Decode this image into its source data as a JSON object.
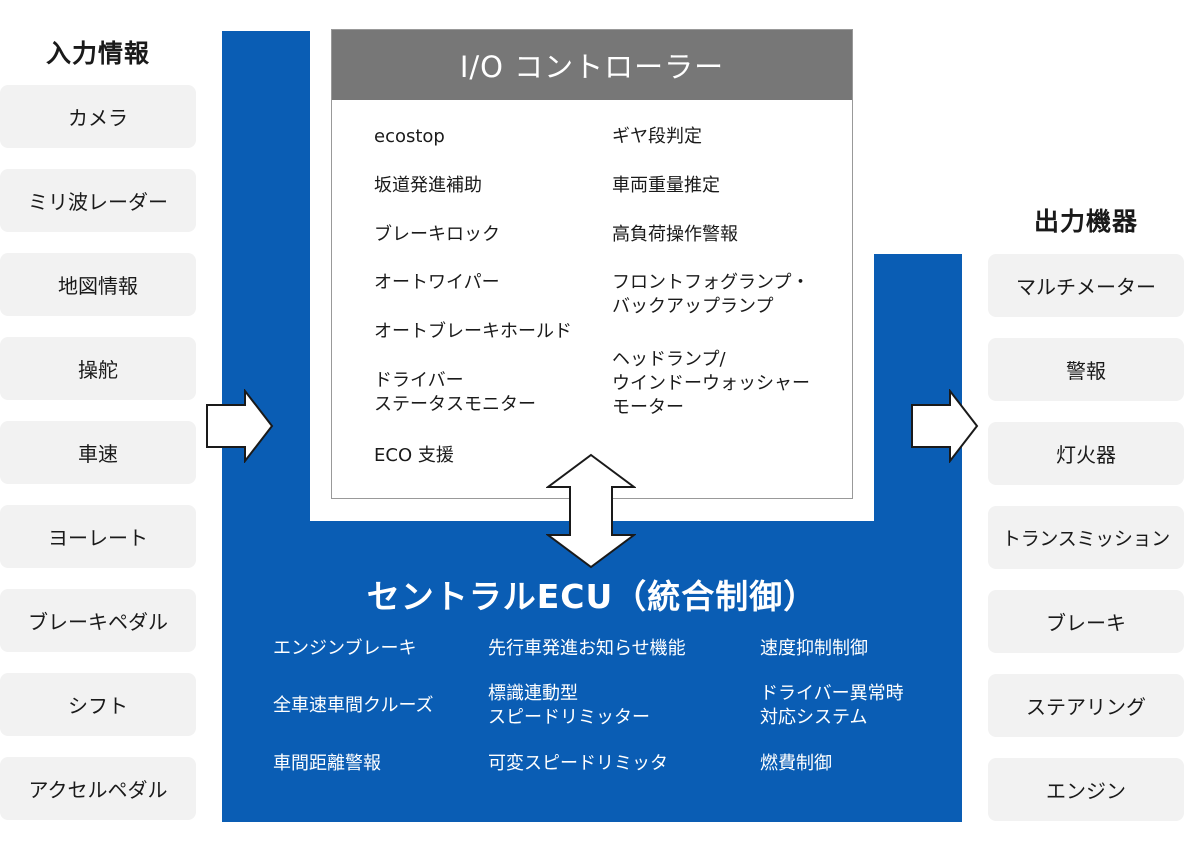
{
  "input": {
    "title": "入力情報",
    "items": [
      "カメラ",
      "ミリ波レーダー",
      "地図情報",
      "操舵",
      "車速",
      "ヨーレート",
      "ブレーキペダル",
      "シフト",
      "アクセルペダル"
    ]
  },
  "output": {
    "title": "出力機器",
    "items": [
      "マルチメーター",
      "警報",
      "灯火器",
      "トランスミッション",
      "ブレーキ",
      "ステアリング",
      "エンジン"
    ]
  },
  "io_controller": {
    "title": "I/O コントローラー",
    "left_items": [
      "ecostop",
      "坂道発進補助",
      "ブレーキロック",
      "オートワイパー",
      "オートブレーキホールド",
      "ドライバー\nステータスモニター",
      "ECO 支援"
    ],
    "right_items": [
      "ギヤ段判定",
      "車両重量推定",
      "高負荷操作警報",
      "フロントフォグランプ・\nバックアップランプ",
      "ヘッドランプ/\nウインドーウォッシャー\nモーター"
    ]
  },
  "central_ecu": {
    "title": "セントラルECU（統合制御）",
    "col1": [
      "エンジンブレーキ",
      "全車速車間クルーズ",
      "車間距離警報"
    ],
    "col2": [
      "先行車発進お知らせ機能",
      "標識連動型\nスピードリミッター",
      "可変スピードリミッタ"
    ],
    "col3": [
      "速度抑制制御",
      "ドライバー異常時\n対応システム",
      "燃費制御"
    ]
  },
  "colors": {
    "blue": "#0a5db4",
    "box_gray": "#f2f2f2",
    "header_gray": "#777777"
  },
  "icons": [
    "right-arrow-icon",
    "double-arrow-icon"
  ]
}
